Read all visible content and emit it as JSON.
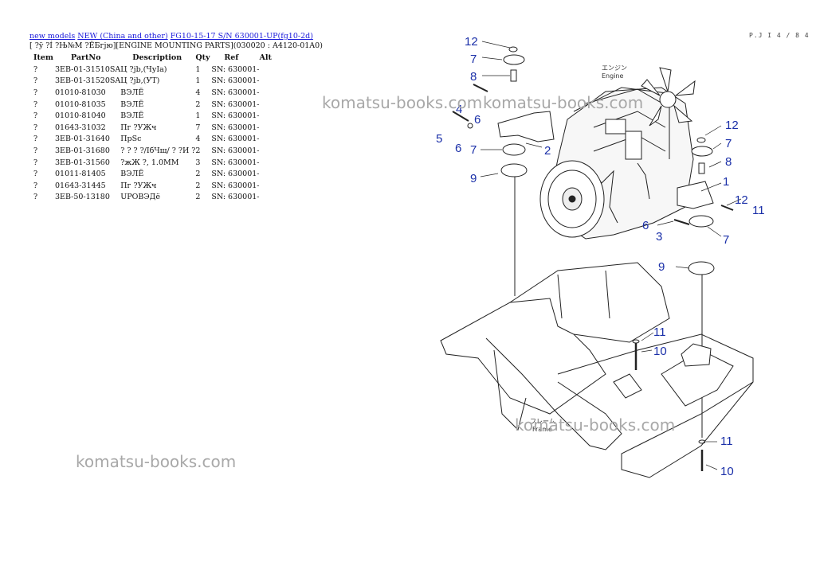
{
  "breadcrumb": {
    "link1": "new models",
    "link2": "NEW (China and other)",
    "link3": "FG10-15-17 S/N 630001-UP(fg10-2d)"
  },
  "subtitle": "[ ?ÿ ?Í ?Њ№М ?ЁБгјю][ENGINE MOUNTING PARTS](030020 : A4120-01A0)",
  "table": {
    "headers": [
      "Item",
      "PartNo",
      "Description",
      "Qty",
      "Ref",
      "Alt"
    ],
    "rows": [
      {
        "item": "?",
        "partno": "3EB-01-31510SA",
        "desc": "Ц ?јb,(ЧуIа)",
        "qty": "1",
        "ref": "SN: 630001-"
      },
      {
        "item": "?",
        "partno": "3EB-01-31520SA",
        "desc": "Ц ?јb,(УТ)",
        "qty": "1",
        "ref": "SN: 630001-"
      },
      {
        "item": "?",
        "partno": "01010-81030",
        "desc": "ВЭЛЁ",
        "qty": "4",
        "ref": "SN: 630001-"
      },
      {
        "item": "?",
        "partno": "01010-81035",
        "desc": "ВЭЛЁ",
        "qty": "2",
        "ref": "SN: 630001-"
      },
      {
        "item": "?",
        "partno": "01010-81040",
        "desc": "ВЭЛЁ",
        "qty": "1",
        "ref": "SN: 630001-"
      },
      {
        "item": "?",
        "partno": "01643-31032",
        "desc": "Пг ?УЖч",
        "qty": "7",
        "ref": "SN: 630001-"
      },
      {
        "item": "?",
        "partno": "3EB-01-31640",
        "desc": "ПрSc",
        "qty": "4",
        "ref": "SN: 630001-"
      },
      {
        "item": "?",
        "partno": "3EB-01-31680",
        "desc": "? ? ? ?/IбЧщ/ ? ?И ?",
        "qty": "2",
        "ref": "SN: 630001-"
      },
      {
        "item": "?",
        "partno": "3EB-01-31560",
        "desc": "?жЖ ?, 1.0MM",
        "qty": "3",
        "ref": "SN: 630001-"
      },
      {
        "item": "?",
        "partno": "01011-81405",
        "desc": "ВЭЛЁ",
        "qty": "2",
        "ref": "SN: 630001-"
      },
      {
        "item": "?",
        "partno": "01643-31445",
        "desc": "Пг ?УЖч",
        "qty": "2",
        "ref": "SN: 630001-"
      },
      {
        "item": "?",
        "partno": "3EB-50-13180",
        "desc": "UРОВЭДё",
        "qty": "2",
        "ref": "SN: 630001-"
      }
    ]
  },
  "watermarks": [
    "komatsu-books.com",
    "komatsu-books.com",
    "komatsu-books.com",
    "komatsu-books.com"
  ],
  "page_number": "P.J I 4 / 8 4",
  "diagram": {
    "engine_label_jp": "エンジン",
    "engine_label": "Engine",
    "frame_label_jp": "フレーム",
    "frame_label": "Frame",
    "callouts": {
      "c1": "12",
      "c2": "7",
      "c3": "8",
      "c4": "4",
      "c5": "6",
      "c6": "5",
      "c7": "6",
      "c8": "7",
      "c9": "2",
      "c10": "9",
      "c11": "12",
      "c12": "7",
      "c13": "8",
      "c14": "1",
      "c15": "12",
      "c16": "11",
      "c17": "6",
      "c18": "3",
      "c19": "7",
      "c20": "9",
      "c21": "11",
      "c22": "10",
      "c23": "11",
      "c24": "10"
    },
    "callout_color": "#1a2fa8"
  }
}
